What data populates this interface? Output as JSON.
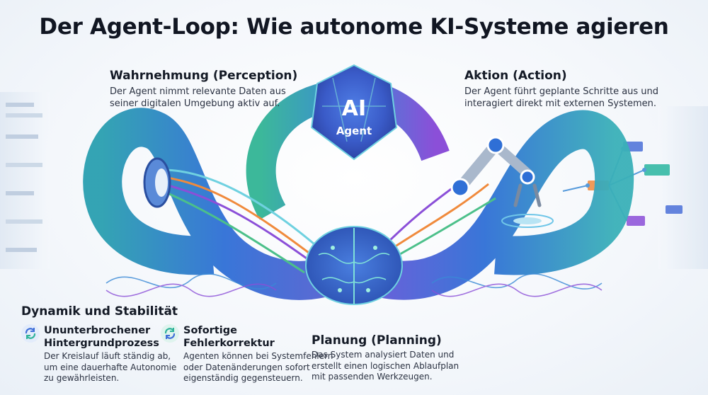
{
  "title": "Der Agent-Loop: Wie autonome KI-Systeme agieren",
  "core": {
    "line1": "AI",
    "line2": "Agent"
  },
  "perception": {
    "heading": "Wahrnehmung (Perception)",
    "line1": "Der Agent nimmt relevante Daten aus",
    "line2": "seiner digitalen Umgebung aktiv auf."
  },
  "action": {
    "heading": "Aktion (Action)",
    "line1": "Der Agent führt geplante Schritte aus und",
    "line2": "interagiert direkt mit externen Systemen."
  },
  "planning": {
    "heading": "Planung (Planning)",
    "line1": "Das System analysiert Daten und",
    "line2": "erstellt einen logischen Ablaufplan",
    "line3": "mit passenden Werkzeugen."
  },
  "dynamics": {
    "heading": "Dynamik und Stabilität",
    "items": [
      {
        "title1": "Ununterbrochener",
        "title2": "Hintergrundprozess",
        "line1": "Der Kreislauf läuft ständig ab,",
        "line2": "um eine dauerhafte Autonomie",
        "line3": "zu gewährleisten.",
        "icon": "refresh-icon",
        "color": "#3f6fd8"
      },
      {
        "title1": "Sofortige",
        "title2": "Fehlerkorrektur",
        "line1": "Agenten können bei Systemfehlern",
        "line2": "oder Datenänderungen sofort",
        "line3": "eigenständig gegensteuern.",
        "icon": "sync-correction-icon",
        "color": "#2fb39a"
      }
    ]
  },
  "colors": {
    "blue": "#2f6fd6",
    "teal": "#2ab6a0",
    "purple": "#8b4fd8",
    "green": "#4cc08a",
    "orange": "#f08a3c"
  }
}
